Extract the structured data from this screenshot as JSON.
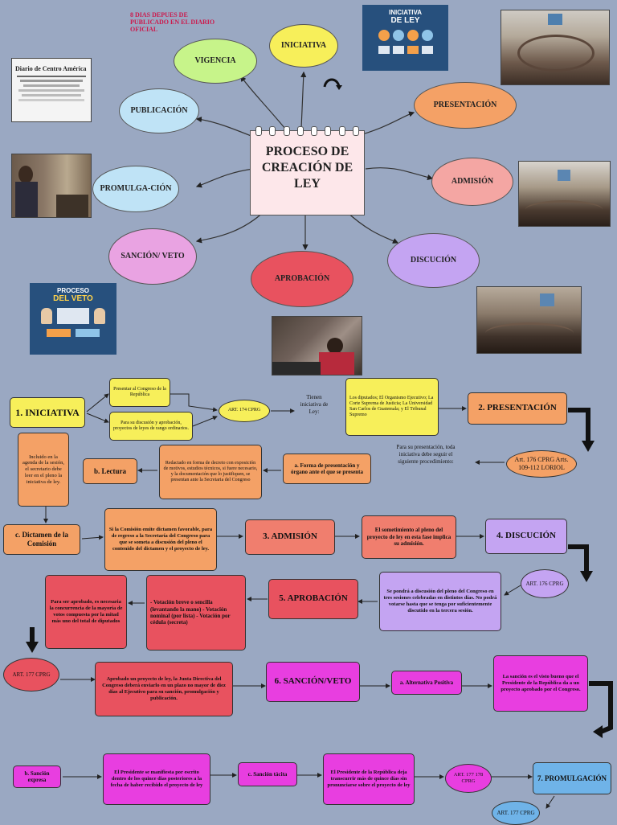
{
  "top_note": "8 DIAS DEPUES DE PUBLICADO EN EL DIARIO OFICIAL",
  "newspaper_title": "Diario de Centro América",
  "center_title": "PROCESO DE CREACIÓN DE LEY",
  "infographic_top": {
    "line1": "INICIATIVA",
    "line2": "DE LEY"
  },
  "infographic_veto": {
    "line1": "PROCESO",
    "line2": "DEL VETO"
  },
  "mindmap": {
    "iniciativa": "INICIATIVA",
    "vigencia": "VIGENCIA",
    "publicacion": "PUBLICACIÓN",
    "presentacion": "PRESENTACIÓN",
    "admision": "ADMISIÓN",
    "promulgacion": "PROMULGA-CIÓN",
    "sancion": "SANCIÓN/ VETO",
    "aprobacion": "APROBACIÓN",
    "discucion": "DISCUCIÓN"
  },
  "flow": {
    "s1_title": "1. INICIATIVA",
    "s1_opt_a": "Presentar al Congreso de la República",
    "s1_opt_b": "Para su discusión y aprobación, proyectos de leyes de rango ordinarios.",
    "art174": "ART. 174 CPRG",
    "tienen": "Tienen iniciativa de Ley:",
    "who": "Los diputados; El Organismo Ejecutivo; La Corte Suprema de Justicia; La Universidad San Carlos de Guatemala; y El Tribunal Supremo",
    "s2_title": "2. PRESENTACIÓN",
    "art176_loril": "Art. 176 CPRG Arts. 109-112 LORIOL",
    "para_presentacion": "Para su presentación, toda iniciativa debe seguir el siguiente procedimiento:",
    "a_forma": "a. Forma de presentación y órgano ante el que se presenta",
    "redactado": "Redactado en forma de decreto con exposición de motivos, estudios técnicos, si fuere necesario, y la documentación que lo justifiquen, se presentan ante la Secretaria del Congreso",
    "b_lectura": "b. Lectura",
    "incluido": "Incluido en la agenda de la sesión, el secretario debe leer en el pleno la iniciativa de ley.",
    "c_dictamen": "c. Dictamen de la Comisión",
    "si_comision": "Si la Comisión emite dictamen favorable, para de regreso a la Secretaría del Congreso para que se someta a discusión del pleno el contenido del dictamen y el proyecto de ley.",
    "s3_title": "3. ADMISIÓN",
    "sometimiento": "El sometimiento al pleno del proyecto de ley en esta fase implica su admisión.",
    "s4_title": "4. DISCUCIÓN",
    "art176": "ART. 176 CPRG",
    "se_pondra": "Se pondrá a discusión del pleno del Congreso en tres sesiones celebradas en distintos días. No podrá votarse hasta que se tenga por suficientemente discutido en la tercera sesión.",
    "s5_title": "5. APROBACIÓN",
    "votacion": "- Votación breve o sencilla (levantando la mano) - Votación nominal (por lista) - Votación por cédula (secreta)",
    "para_ser": "Para ser aprobado, es necesaria la concurrencia de la mayoría de votos compuesta por la mitad más uno del total de diputados",
    "art177_a": "ART. 177 CPRG",
    "aprobado": "Aprobado un proyecto de ley, la Junta Directiva del Congreso deberá enviarlo en un plazo no mayor de diez días al Ejecutivo para su sanción, promulgación y publicación.",
    "s6_title": "6. SANCIÓN/VETO",
    "alt_pos": "a. Alternativa Positiva",
    "sancion_def": "La sanción es el visto bueno que el Presidente de la República da a un proyecto aprobado por el Congreso.",
    "b_sancion": "b. Sanción expresa",
    "presidente_1": "El Presidente se manifiesta por escrito dentro de los quince días posteriores a la fecha de haber recibido el proyecto de ley",
    "c_sancion": "c. Sanción tácita",
    "presidente_2": "El Presidente de la República deja transcurrir más de quince días sin pronunciarse sobre el proyecto de ley",
    "art177_178": "ART. 177 178 CPRG",
    "s7_title": "7. PROMULGACIÓN",
    "art177_b": "ART. 177 CPRG"
  },
  "colors": {
    "background": "#9aa8c2",
    "yellow": "#f7ef5a",
    "orange": "#f4a166",
    "salmon": "#f07e6e",
    "purple": "#c4a4f2",
    "red": "#e8525f",
    "magenta": "#e83ee0",
    "blue": "#6fb3e8",
    "green": "#c7f48a",
    "pink": "#e9a3e2",
    "light_blue": "#bfe3f6",
    "coral": "#f4a6a3"
  }
}
